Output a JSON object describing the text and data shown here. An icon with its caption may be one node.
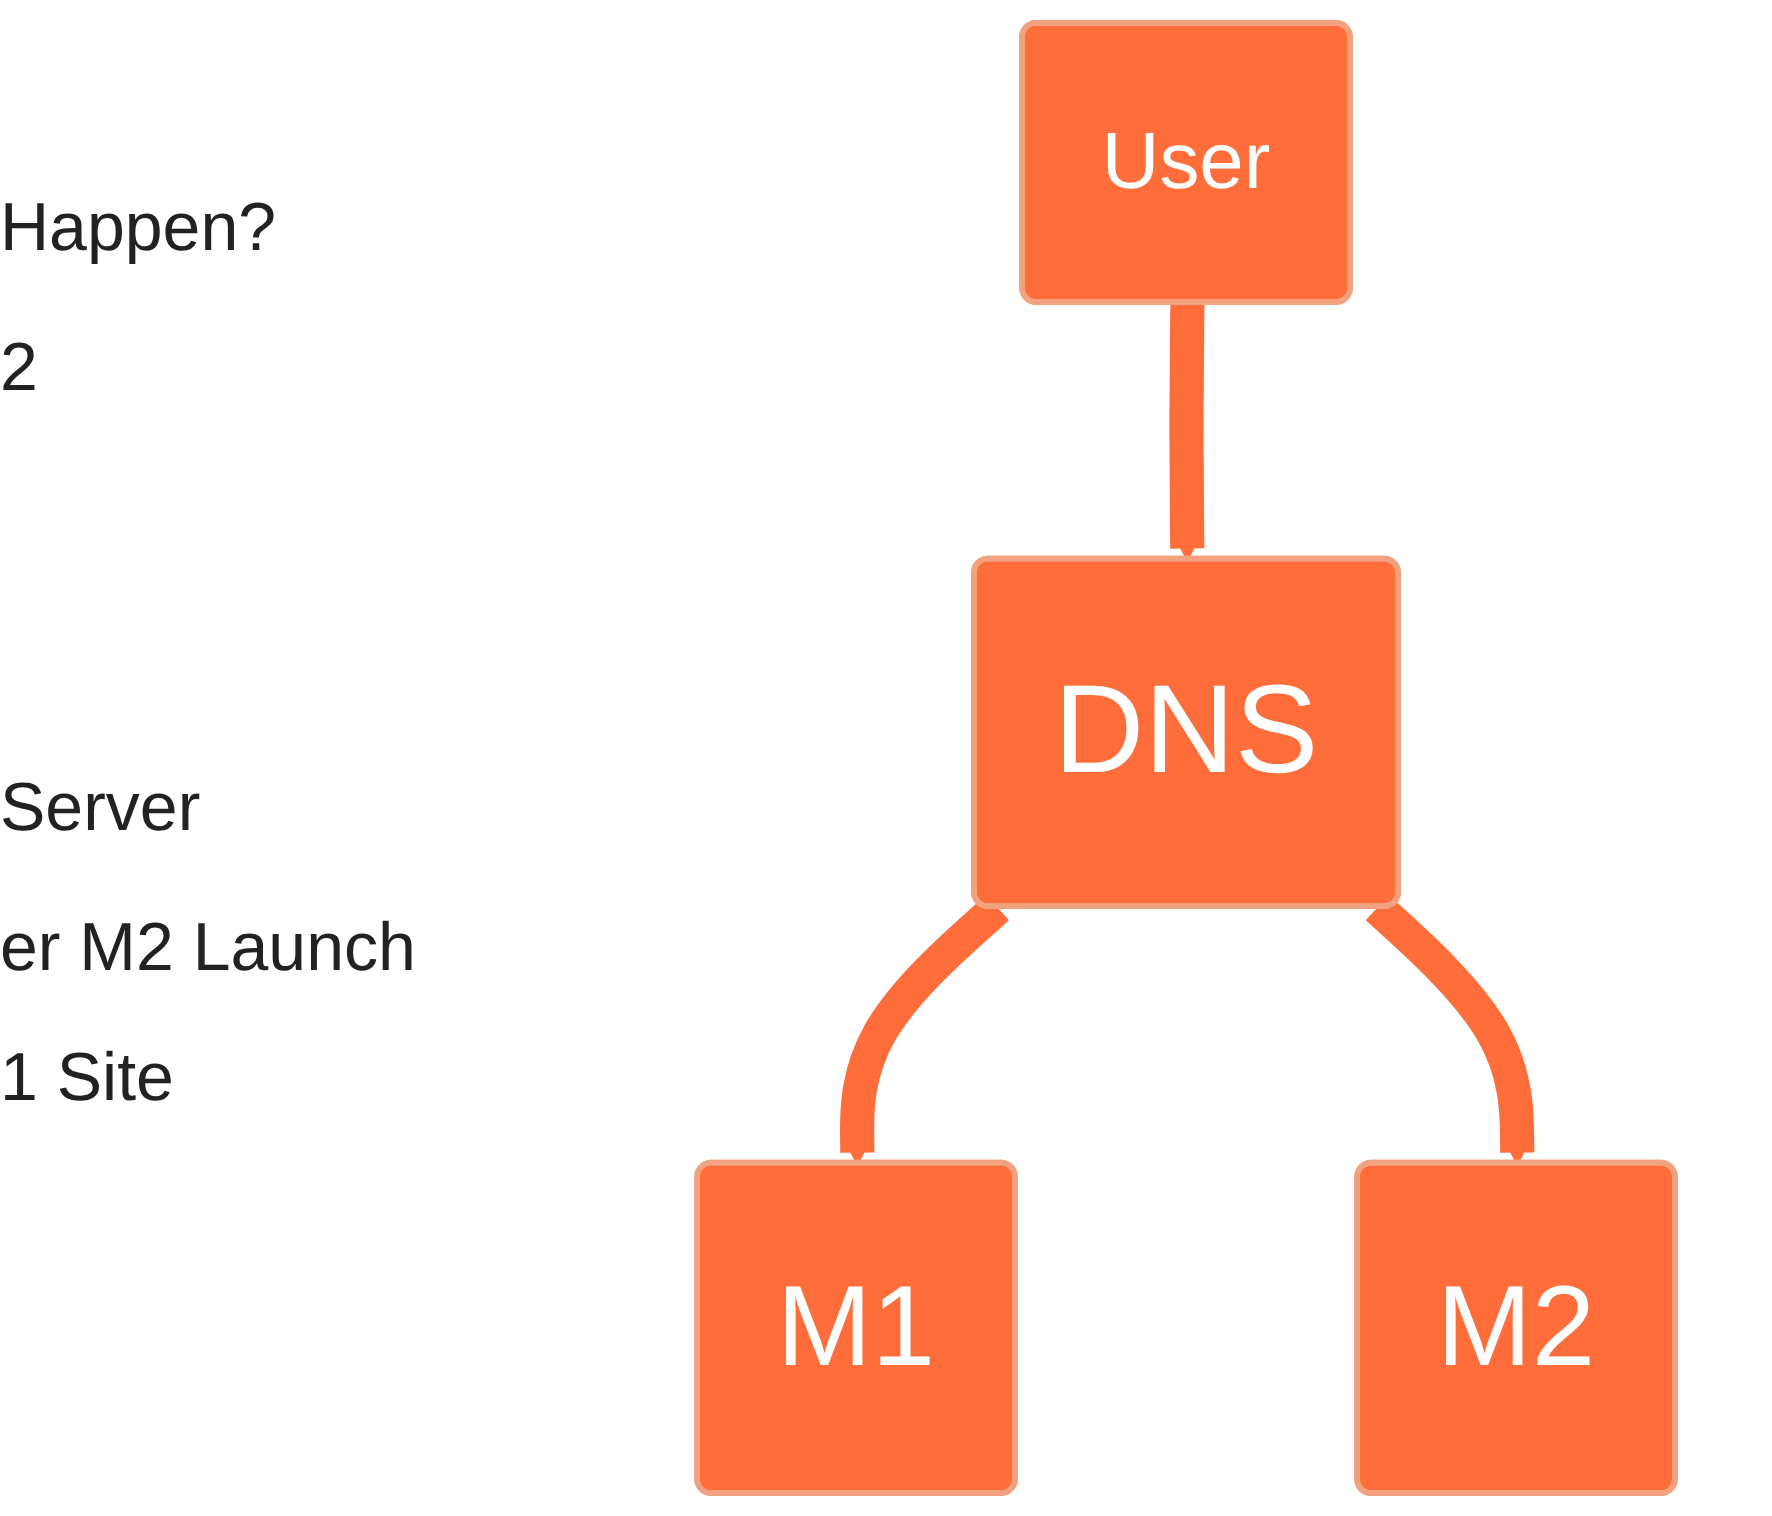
{
  "diagram": {
    "nodes": [
      {
        "text": [
          "User"
        ]
      },
      {
        "text": [
          "DNS"
        ]
      },
      {
        "text": [
          "M1"
        ]
      },
      {
        "text": [
          "M2"
        ]
      }
    ],
    "edges": [
      {
        "from": 0,
        "to": 1,
        "arrow": "to"
      },
      {
        "from": 1,
        "to": 2,
        "arrow": "to"
      },
      {
        "from": 1,
        "to": 3,
        "arrow": "to"
      }
    ],
    "labels": [
      "Happen?",
      "2",
      "Server",
      "er M2 Launch",
      "1 Site"
    ]
  }
}
